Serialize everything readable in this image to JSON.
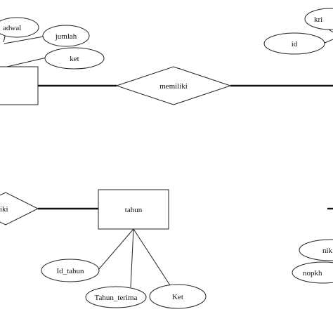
{
  "diagram": {
    "entities": {
      "tahun": "tahun"
    },
    "relationships": {
      "top": "memiliki",
      "left_partial": "iki"
    },
    "attributes": {
      "jadwal_partial": "adwal",
      "jumlah": "jumlah",
      "ket_top": "ket",
      "id": "id",
      "kri_partial": "kri",
      "id_tahun": "Id_tahun",
      "tahun_terima": "Tahun_terima",
      "ket_bottom": "Ket",
      "nik_partial": "nik",
      "nopkh_partial": "nopkh"
    },
    "colors": {
      "stroke": "#222222",
      "text": "#111111",
      "background": "#ffffff"
    }
  }
}
